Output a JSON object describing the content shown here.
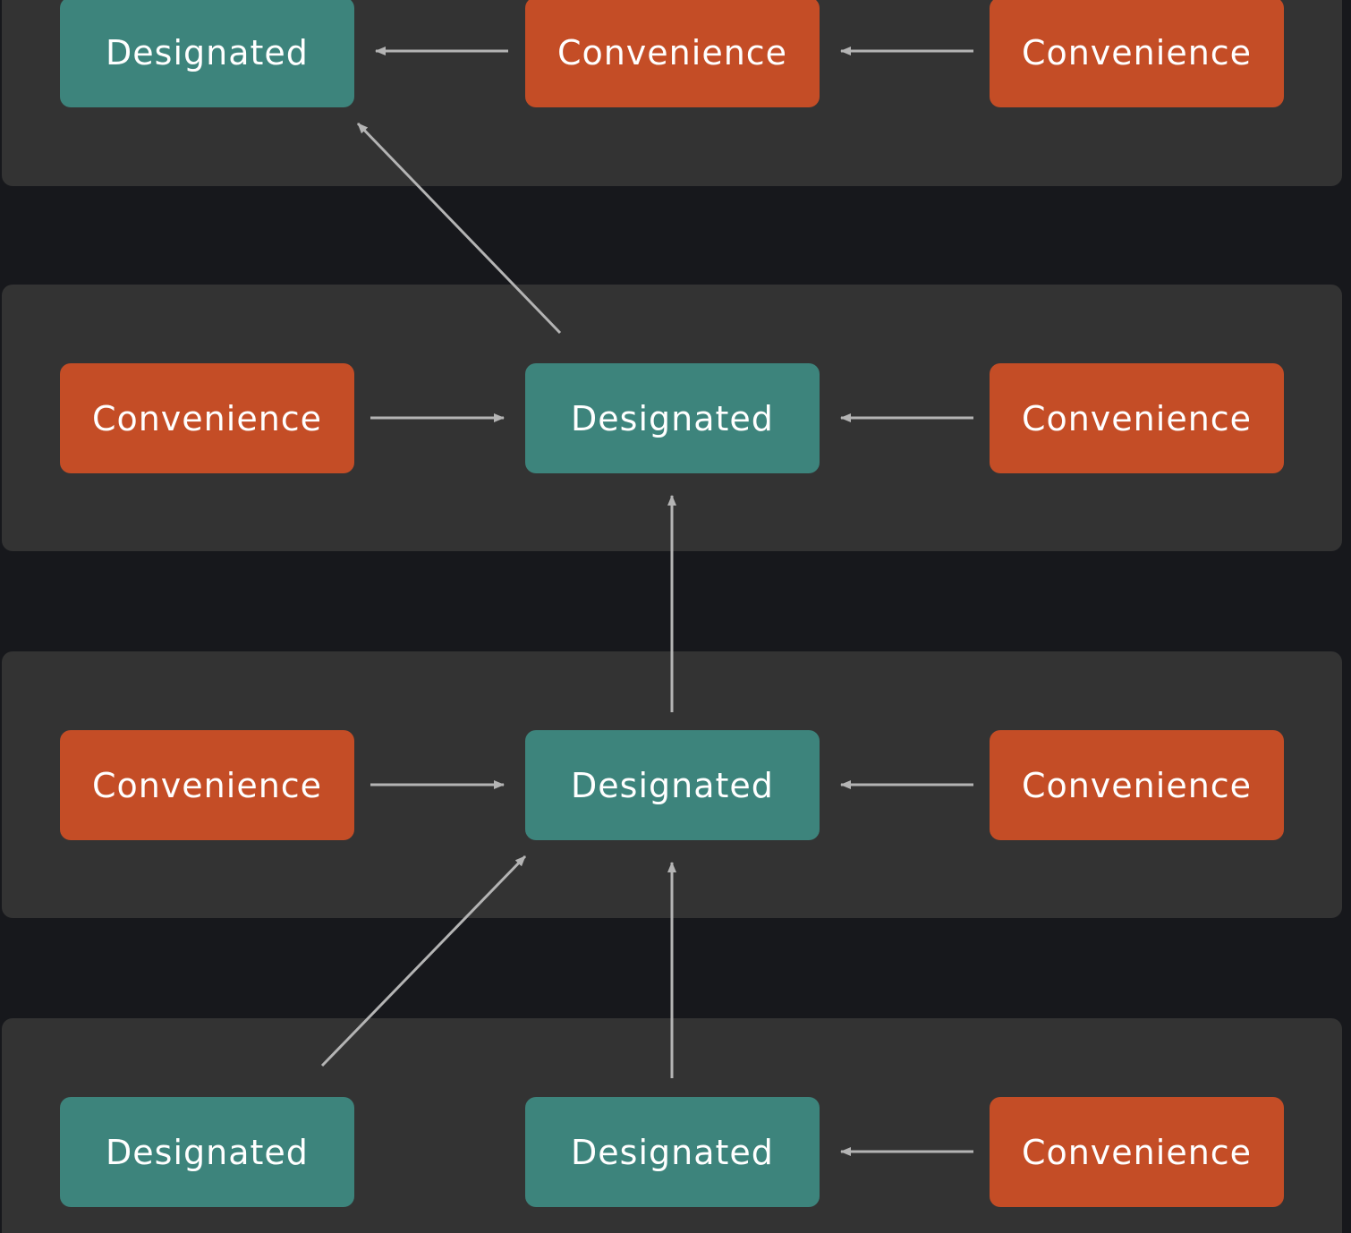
{
  "colors": {
    "background": "#17181c",
    "panel": "#333333",
    "designated": "#3d847c",
    "convenience": "#c44d26",
    "arrow": "#b4b4b4",
    "text": "#ffffff"
  },
  "rows": [
    {
      "nodes": [
        {
          "label": "Designated",
          "kind": "designated"
        },
        {
          "label": "Convenience",
          "kind": "convenience"
        },
        {
          "label": "Convenience",
          "kind": "convenience"
        }
      ]
    },
    {
      "nodes": [
        {
          "label": "Convenience",
          "kind": "convenience"
        },
        {
          "label": "Designated",
          "kind": "designated"
        },
        {
          "label": "Convenience",
          "kind": "convenience"
        }
      ]
    },
    {
      "nodes": [
        {
          "label": "Convenience",
          "kind": "convenience"
        },
        {
          "label": "Designated",
          "kind": "designated"
        },
        {
          "label": "Convenience",
          "kind": "convenience"
        }
      ]
    },
    {
      "nodes": [
        {
          "label": "Designated",
          "kind": "designated"
        },
        {
          "label": "Designated",
          "kind": "designated"
        },
        {
          "label": "Convenience",
          "kind": "convenience"
        }
      ]
    }
  ]
}
